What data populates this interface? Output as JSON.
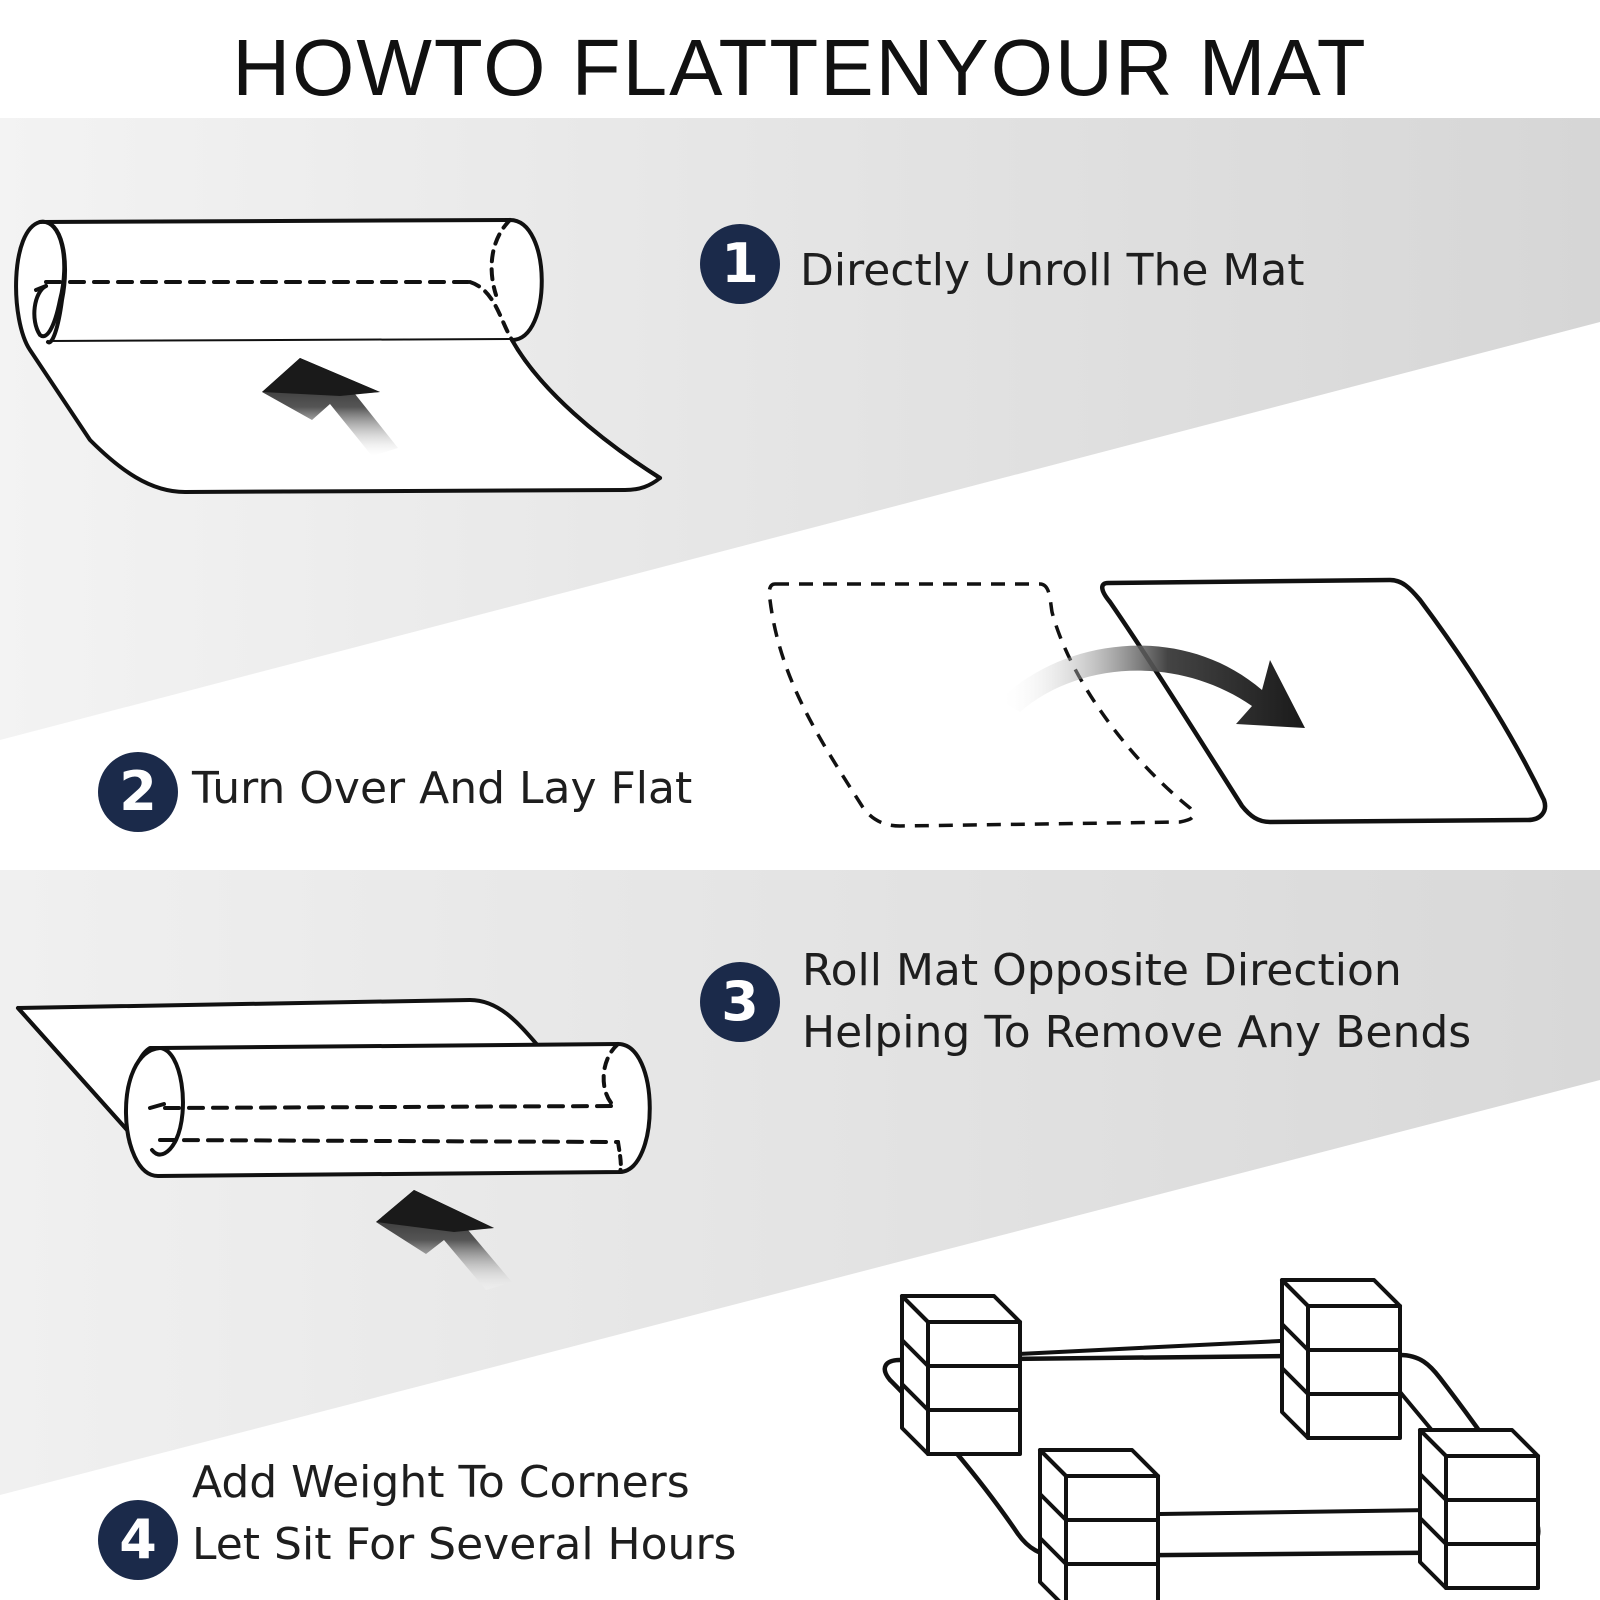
{
  "title": "HOWTO FLATTENYOUR MAT",
  "colors": {
    "badge": "#1b2a4a",
    "band": "#dcdcdc",
    "ink": "#111111"
  },
  "steps": [
    {
      "number": "1",
      "lines": [
        "Directly Unroll The Mat"
      ]
    },
    {
      "number": "2",
      "lines": [
        "Turn Over And Lay Flat"
      ]
    },
    {
      "number": "3",
      "lines": [
        "Roll Mat Opposite Direction",
        "Helping To Remove Any Bends"
      ]
    },
    {
      "number": "4",
      "lines": [
        "Add Weight To Corners",
        "Let Sit For Several Hours"
      ]
    }
  ],
  "icons": {
    "step1": "rolled-mat-unroll-icon",
    "step2": "flip-mat-icon",
    "step3": "roll-opposite-icon",
    "step4": "weighted-corners-icon"
  }
}
